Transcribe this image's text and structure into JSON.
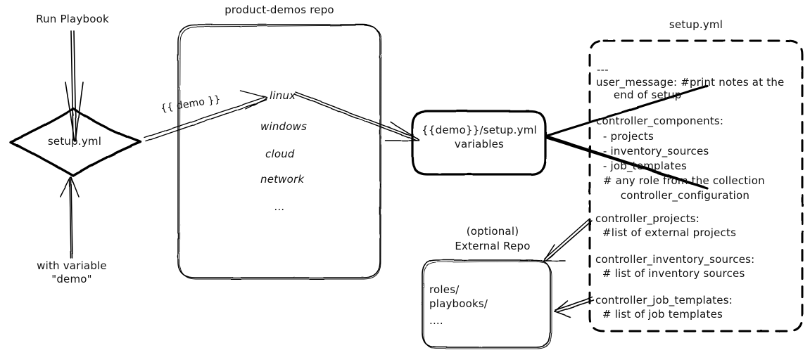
{
  "diagram": {
    "title_labels": {
      "repo_title": "product-demos repo",
      "setup_yml_title": "setup.yml",
      "external_repo_title_line1": "(optional)",
      "external_repo_title_line2": "External Repo"
    },
    "entry": {
      "run_playbook": "Run Playbook",
      "with_variable_line1": "with variable",
      "with_variable_line2": "\"demo\""
    },
    "decision_node": {
      "label": "setup.yml"
    },
    "edge_labels": {
      "demo_var": "{{ demo }}"
    },
    "repo_box": {
      "items": [
        "linux",
        "windows",
        "cloud",
        "network",
        "..."
      ]
    },
    "variables_box": {
      "line1": "{{demo}}/setup.yml",
      "line2": "variables"
    },
    "external_repo_box": {
      "lines": [
        "roles/",
        "playbooks/",
        "...."
      ]
    },
    "setup_yml_box": {
      "blocks": [
        {
          "lines": [
            "---"
          ]
        },
        {
          "lines": [
            "user_message: #print notes at the",
            "     end of setup"
          ]
        },
        {
          "lines": [
            "controller_components:",
            "  - projects",
            "  - inventory_sources",
            "  - job_templates",
            "  # any role from the collection",
            "       controller_configuration"
          ]
        },
        {
          "lines": [
            "controller_projects:",
            "  #list of external projects"
          ]
        },
        {
          "lines": [
            "controller_inventory_sources:",
            "  # list of inventory sources"
          ]
        },
        {
          "lines": [
            "controller_job_templates:",
            "  # list of job templates"
          ]
        }
      ]
    },
    "colors": {
      "stroke": "#000000",
      "background": "#ffffff"
    }
  }
}
